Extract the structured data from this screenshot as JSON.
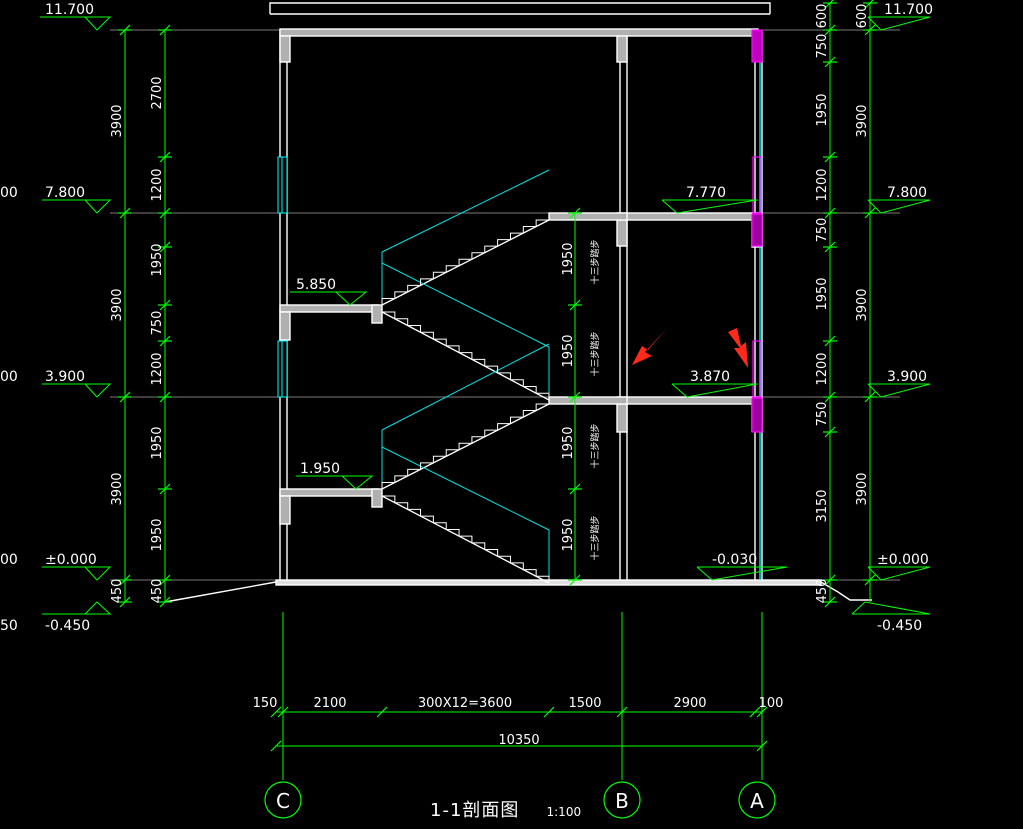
{
  "title": "1-1剖面图",
  "scale": "1:100",
  "stair_note": "十三步踏步",
  "grid_labels": [
    "C",
    "B",
    "A"
  ],
  "elevations": {
    "top": "11.700",
    "third": "7.800",
    "second": "3.900",
    "ground": "±0.000",
    "outside": "-0.450",
    "landing_upper": "5.850",
    "landing_lower": "1.950",
    "floor_upper_b": "7.770",
    "floor_lower_b": "3.870",
    "floor_ground_b": "-0.030"
  },
  "left_dims_outer": [
    "3900",
    "3900",
    "3900",
    "450"
  ],
  "left_dims_inner": [
    "2700",
    "1200",
    "1950",
    "750",
    "1200",
    "1950",
    "1950",
    "450"
  ],
  "right_dims_inner": [
    "600",
    "750",
    "1950",
    "1200",
    "750",
    "1950",
    "1200",
    "750",
    "3150",
    "450"
  ],
  "right_dims_outer": [
    "600",
    "3900",
    "3900",
    "3900"
  ],
  "flight_dims": [
    "1950",
    "1950",
    "1950",
    "1950"
  ],
  "bottom_dims": [
    "150",
    "2100",
    "300X12=3600",
    "1500",
    "2900",
    "100"
  ],
  "bottom_total": "10350",
  "partial_left": [
    "00",
    "00",
    "00",
    "50"
  ],
  "colors": {
    "wall": "#ffffff",
    "dim": "#00ff00",
    "glass": "#00ffff",
    "window": "#cc00cc",
    "arrow": "#ff2a1a",
    "axis": "#a0a0a0"
  }
}
